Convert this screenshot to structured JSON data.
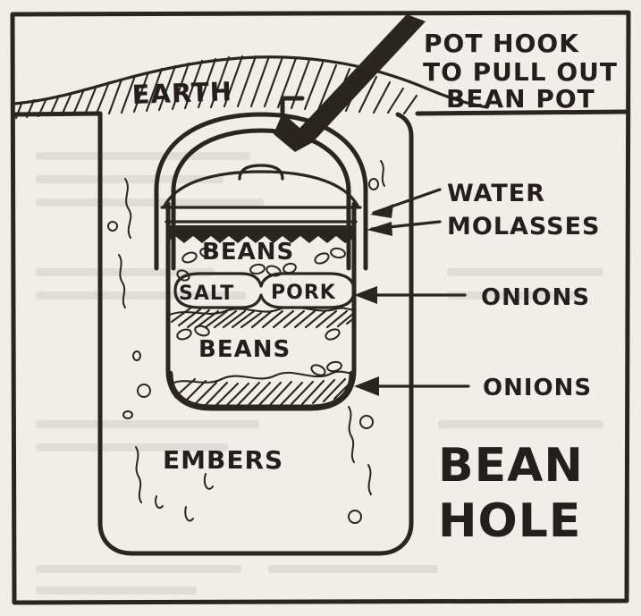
{
  "figure": {
    "title": "BEAN HOLE",
    "title_lines": [
      "BEAN",
      "HOLE"
    ],
    "caption_lines": [
      "POT HOOK",
      "TO PULL OUT",
      "BEAN POT"
    ],
    "background_color": "#efeee9",
    "ink_color": "#2b2522"
  },
  "labels": {
    "earth": "EARTH",
    "embers": "EMBERS",
    "beans_upper": "BEANS",
    "beans_lower": "BEANS",
    "salt": "SALT",
    "pork": "PORK"
  },
  "callouts": [
    {
      "text": "WATER",
      "arrow": "left"
    },
    {
      "text": "MOLASSES",
      "arrow": "left"
    },
    {
      "text": "ONIONS",
      "arrow": "left"
    },
    {
      "text": "ONIONS",
      "arrow": "left"
    }
  ],
  "layers_top_to_bottom": [
    "EARTH",
    "WATER",
    "MOLASSES",
    "BEANS",
    "SALT PORK",
    "ONIONS",
    "BEANS",
    "ONIONS",
    "EMBERS"
  ]
}
